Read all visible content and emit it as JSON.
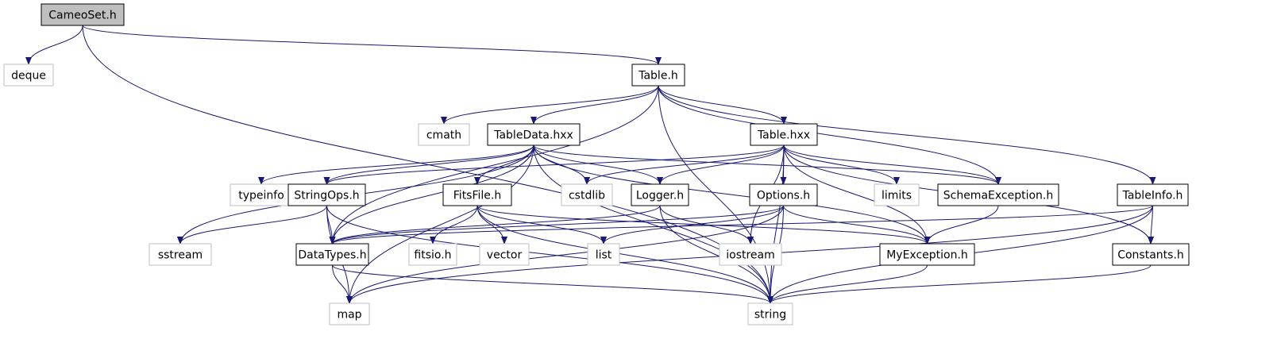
{
  "colors": {
    "edge": "#191970",
    "node_border_local": "#000000",
    "node_border_system": "#bfbfbf",
    "root_fill": "#bfbfbf",
    "node_fill": "#ffffff",
    "text": "#000000"
  },
  "nodes": [
    {
      "id": "cameoset",
      "label": "CameoSet.h",
      "kind": "root"
    },
    {
      "id": "deque",
      "label": "deque",
      "kind": "system"
    },
    {
      "id": "table_h",
      "label": "Table.h",
      "kind": "local"
    },
    {
      "id": "cmath",
      "label": "cmath",
      "kind": "system"
    },
    {
      "id": "tabledata",
      "label": "TableData.hxx",
      "kind": "local"
    },
    {
      "id": "table_hxx",
      "label": "Table.hxx",
      "kind": "local"
    },
    {
      "id": "typeinfo",
      "label": "typeinfo",
      "kind": "system"
    },
    {
      "id": "stringops",
      "label": "StringOps.h",
      "kind": "local"
    },
    {
      "id": "fitsfile",
      "label": "FitsFile.h",
      "kind": "local"
    },
    {
      "id": "cstdlib",
      "label": "cstdlib",
      "kind": "system"
    },
    {
      "id": "logger",
      "label": "Logger.h",
      "kind": "local"
    },
    {
      "id": "options",
      "label": "Options.h",
      "kind": "local"
    },
    {
      "id": "limits",
      "label": "limits",
      "kind": "system"
    },
    {
      "id": "schemaexc",
      "label": "SchemaException.h",
      "kind": "local"
    },
    {
      "id": "tableinfo",
      "label": "TableInfo.h",
      "kind": "local"
    },
    {
      "id": "sstream",
      "label": "sstream",
      "kind": "system"
    },
    {
      "id": "datatypes",
      "label": "DataTypes.h",
      "kind": "local"
    },
    {
      "id": "fitsio",
      "label": "fitsio.h",
      "kind": "system"
    },
    {
      "id": "vector",
      "label": "vector",
      "kind": "system"
    },
    {
      "id": "list",
      "label": "list",
      "kind": "system"
    },
    {
      "id": "iostream",
      "label": "iostream",
      "kind": "system"
    },
    {
      "id": "myexc",
      "label": "MyException.h",
      "kind": "local"
    },
    {
      "id": "constants",
      "label": "Constants.h",
      "kind": "local"
    },
    {
      "id": "map",
      "label": "map",
      "kind": "system"
    },
    {
      "id": "string",
      "label": "string",
      "kind": "system"
    }
  ],
  "edges": [
    [
      "cameoset",
      "deque"
    ],
    [
      "cameoset",
      "table_h"
    ],
    [
      "cameoset",
      "string"
    ],
    [
      "table_h",
      "cmath"
    ],
    [
      "table_h",
      "tabledata"
    ],
    [
      "table_h",
      "table_hxx"
    ],
    [
      "table_h",
      "datatypes"
    ],
    [
      "table_h",
      "schemaexc"
    ],
    [
      "table_h",
      "tableinfo"
    ],
    [
      "table_h",
      "string"
    ],
    [
      "tabledata",
      "typeinfo"
    ],
    [
      "tabledata",
      "stringops"
    ],
    [
      "tabledata",
      "fitsfile"
    ],
    [
      "tabledata",
      "cstdlib"
    ],
    [
      "tabledata",
      "logger"
    ],
    [
      "tabledata",
      "sstream"
    ],
    [
      "tabledata",
      "datatypes"
    ],
    [
      "tabledata",
      "map"
    ],
    [
      "tabledata",
      "string"
    ],
    [
      "tabledata",
      "schemaexc"
    ],
    [
      "tabledata",
      "myexc"
    ],
    [
      "table_hxx",
      "stringops"
    ],
    [
      "table_hxx",
      "cstdlib"
    ],
    [
      "table_hxx",
      "logger"
    ],
    [
      "table_hxx",
      "options"
    ],
    [
      "table_hxx",
      "limits"
    ],
    [
      "table_hxx",
      "schemaexc"
    ],
    [
      "table_hxx",
      "iostream"
    ],
    [
      "table_hxx",
      "myexc"
    ],
    [
      "table_hxx",
      "constants"
    ],
    [
      "table_hxx",
      "string"
    ],
    [
      "stringops",
      "sstream"
    ],
    [
      "stringops",
      "datatypes"
    ],
    [
      "stringops",
      "map"
    ],
    [
      "stringops",
      "string"
    ],
    [
      "fitsfile",
      "fitsio"
    ],
    [
      "fitsfile",
      "vector"
    ],
    [
      "fitsfile",
      "list"
    ],
    [
      "fitsfile",
      "string"
    ],
    [
      "fitsfile",
      "myexc"
    ],
    [
      "logger",
      "datatypes"
    ],
    [
      "logger",
      "iostream"
    ],
    [
      "logger",
      "string"
    ],
    [
      "options",
      "datatypes"
    ],
    [
      "options",
      "list"
    ],
    [
      "options",
      "map"
    ],
    [
      "options",
      "string"
    ],
    [
      "options",
      "myexc"
    ],
    [
      "schemaexc",
      "myexc"
    ],
    [
      "tableinfo",
      "datatypes"
    ],
    [
      "tableinfo",
      "constants"
    ],
    [
      "tableinfo",
      "map"
    ],
    [
      "tableinfo",
      "string"
    ],
    [
      "datatypes",
      "map"
    ],
    [
      "datatypes",
      "string"
    ],
    [
      "myexc",
      "string"
    ],
    [
      "constants",
      "string"
    ]
  ]
}
